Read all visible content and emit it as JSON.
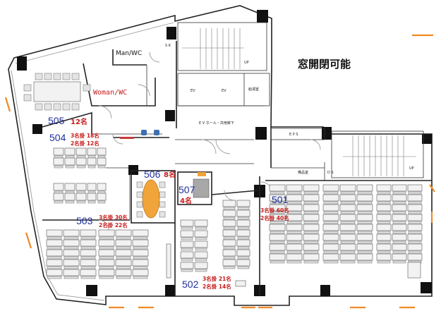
{
  "colors": {
    "room_number": "#1f2f9a",
    "capacity": "#c81e1e",
    "window_accent": "#f08a24",
    "table_orange": "#f1a43a",
    "chair_blue": "#3d6fb0"
  },
  "labels": {
    "note": "窓開閉可能",
    "man_wc": "Man/WC",
    "woman_wc": "Woman/WC",
    "sk": "S K",
    "up_top": "UP",
    "up_bottom": "UP",
    "ev1": "EV",
    "ev2": "EV",
    "machine_room": "給湯室",
    "ev_hall": "E V ホール・共用廊下",
    "eps": "E P S",
    "storage": "備品室",
    "ds": "D S"
  },
  "rooms": {
    "r501": {
      "number": "501",
      "cap_line1": "3名掛 60名",
      "cap_line2": "2名掛 40名"
    },
    "r502": {
      "number": "502",
      "cap_line1": "3名掛 21名",
      "cap_line2": "2名掛 14名"
    },
    "r503": {
      "number": "503",
      "cap_line1": "3名掛 30名",
      "cap_line2": "2名掛 22名"
    },
    "r504": {
      "number": "504",
      "cap_line1": "3名掛 18名",
      "cap_line2": "2名掛 12名"
    },
    "r505": {
      "number": "505",
      "capacity": "12名"
    },
    "r506": {
      "number": "506",
      "capacity": "8名"
    },
    "r507": {
      "number": "507",
      "capacity": "4名"
    }
  }
}
